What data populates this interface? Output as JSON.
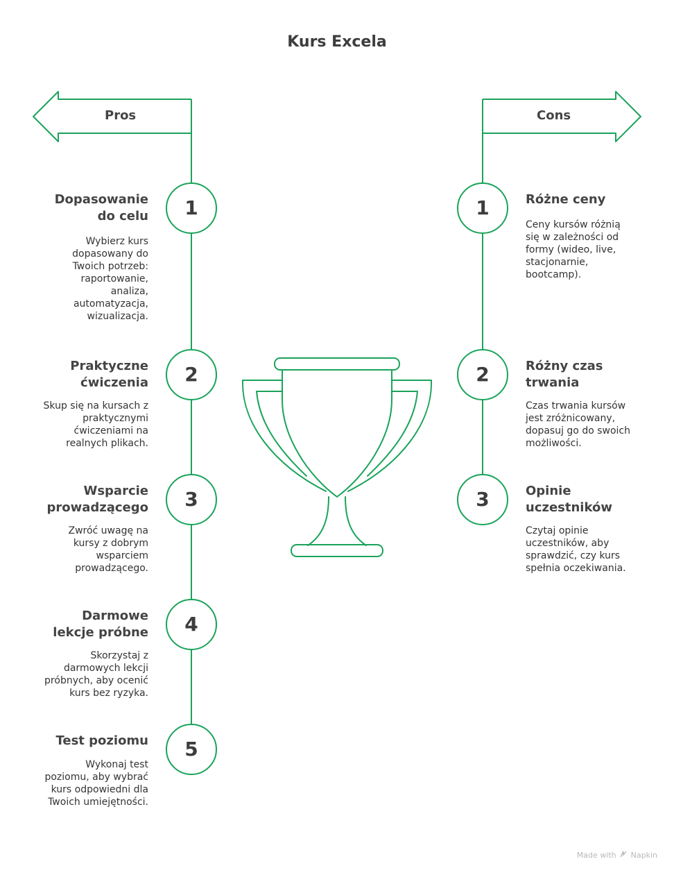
{
  "title": "Kurs Excela",
  "colors": {
    "accent": "#1aa35a"
  },
  "pros": {
    "label": "Pros",
    "items": [
      {
        "num": "1",
        "title": "Dopasowanie do celu",
        "title_lines": [
          "Dopasowanie",
          "do celu"
        ],
        "desc": "Wybierz kurs dopasowany do Twoich potrzeb: raportowanie, analiza, automatyzacja, wizualizacja.",
        "desc_lines": [
          "Wybierz kurs",
          "dopasowany do",
          "Twoich potrzeb:",
          "raportowanie,",
          "analiza,",
          "automatyzacja,",
          "wizualizacja."
        ]
      },
      {
        "num": "2",
        "title": "Praktyczne ćwiczenia",
        "title_lines": [
          "Praktyczne",
          "ćwiczenia"
        ],
        "desc": "Skup się na kursach z praktycznymi ćwiczeniami na realnych plikach.",
        "desc_lines": [
          "Skup się na kursach z",
          "praktycznymi",
          "ćwiczeniami na",
          "realnych plikach."
        ]
      },
      {
        "num": "3",
        "title": "Wsparcie prowadzącego",
        "title_lines": [
          "Wsparcie",
          "prowadzącego"
        ],
        "desc": "Zwróć uwagę na kursy z dobrym wsparciem prowadzącego.",
        "desc_lines": [
          "Zwróć uwagę na",
          "kursy z dobrym",
          "wsparciem",
          "prowadzącego."
        ]
      },
      {
        "num": "4",
        "title": "Darmowe lekcje próbne",
        "title_lines": [
          "Darmowe",
          "lekcje próbne"
        ],
        "desc": "Skorzystaj z darmowych lekcji próbnych, aby ocenić kurs bez ryzyka.",
        "desc_lines": [
          "Skorzystaj z",
          "darmowych lekcji",
          "próbnych, aby ocenić",
          "kurs bez ryzyka."
        ]
      },
      {
        "num": "5",
        "title": "Test poziomu",
        "title_lines": [
          "Test poziomu"
        ],
        "desc": "Wykonaj test poziomu, aby wybrać kurs odpowiedni dla Twoich umiejętności.",
        "desc_lines": [
          "Wykonaj test",
          "poziomu, aby wybrać",
          "kurs odpowiedni dla",
          "Twoich umiejętności."
        ]
      }
    ]
  },
  "cons": {
    "label": "Cons",
    "items": [
      {
        "num": "1",
        "title": "Różne ceny",
        "title_lines": [
          "Różne ceny"
        ],
        "desc": "Ceny kursów różnią się w zależności od formy (wideo, live, stacjonarnie, bootcamp).",
        "desc_lines": [
          "Ceny kursów różnią",
          "się w zależności od",
          "formy (wideo, live,",
          "stacjonarnie,",
          "bootcamp)."
        ]
      },
      {
        "num": "2",
        "title": "Różny czas trwania",
        "title_lines": [
          "Różny czas",
          "trwania"
        ],
        "desc": "Czas trwania kursów jest zróżnicowany, dopasuj go do swoich możliwości.",
        "desc_lines": [
          "Czas trwania kursów",
          "jest zróżnicowany,",
          "dopasuj go do swoich",
          "możliwości."
        ]
      },
      {
        "num": "3",
        "title": "Opinie uczestników",
        "title_lines": [
          "Opinie",
          "uczestników"
        ],
        "desc": "Czytaj opinie uczestników, aby sprawdzić, czy kurs spełnia oczekiwania.",
        "desc_lines": [
          "Czytaj opinie",
          "uczestników, aby",
          "sprawdzić, czy kurs",
          "spełnia oczekiwania."
        ]
      }
    ]
  },
  "footer": {
    "made_with": "Made with",
    "brand": "Napkin"
  }
}
